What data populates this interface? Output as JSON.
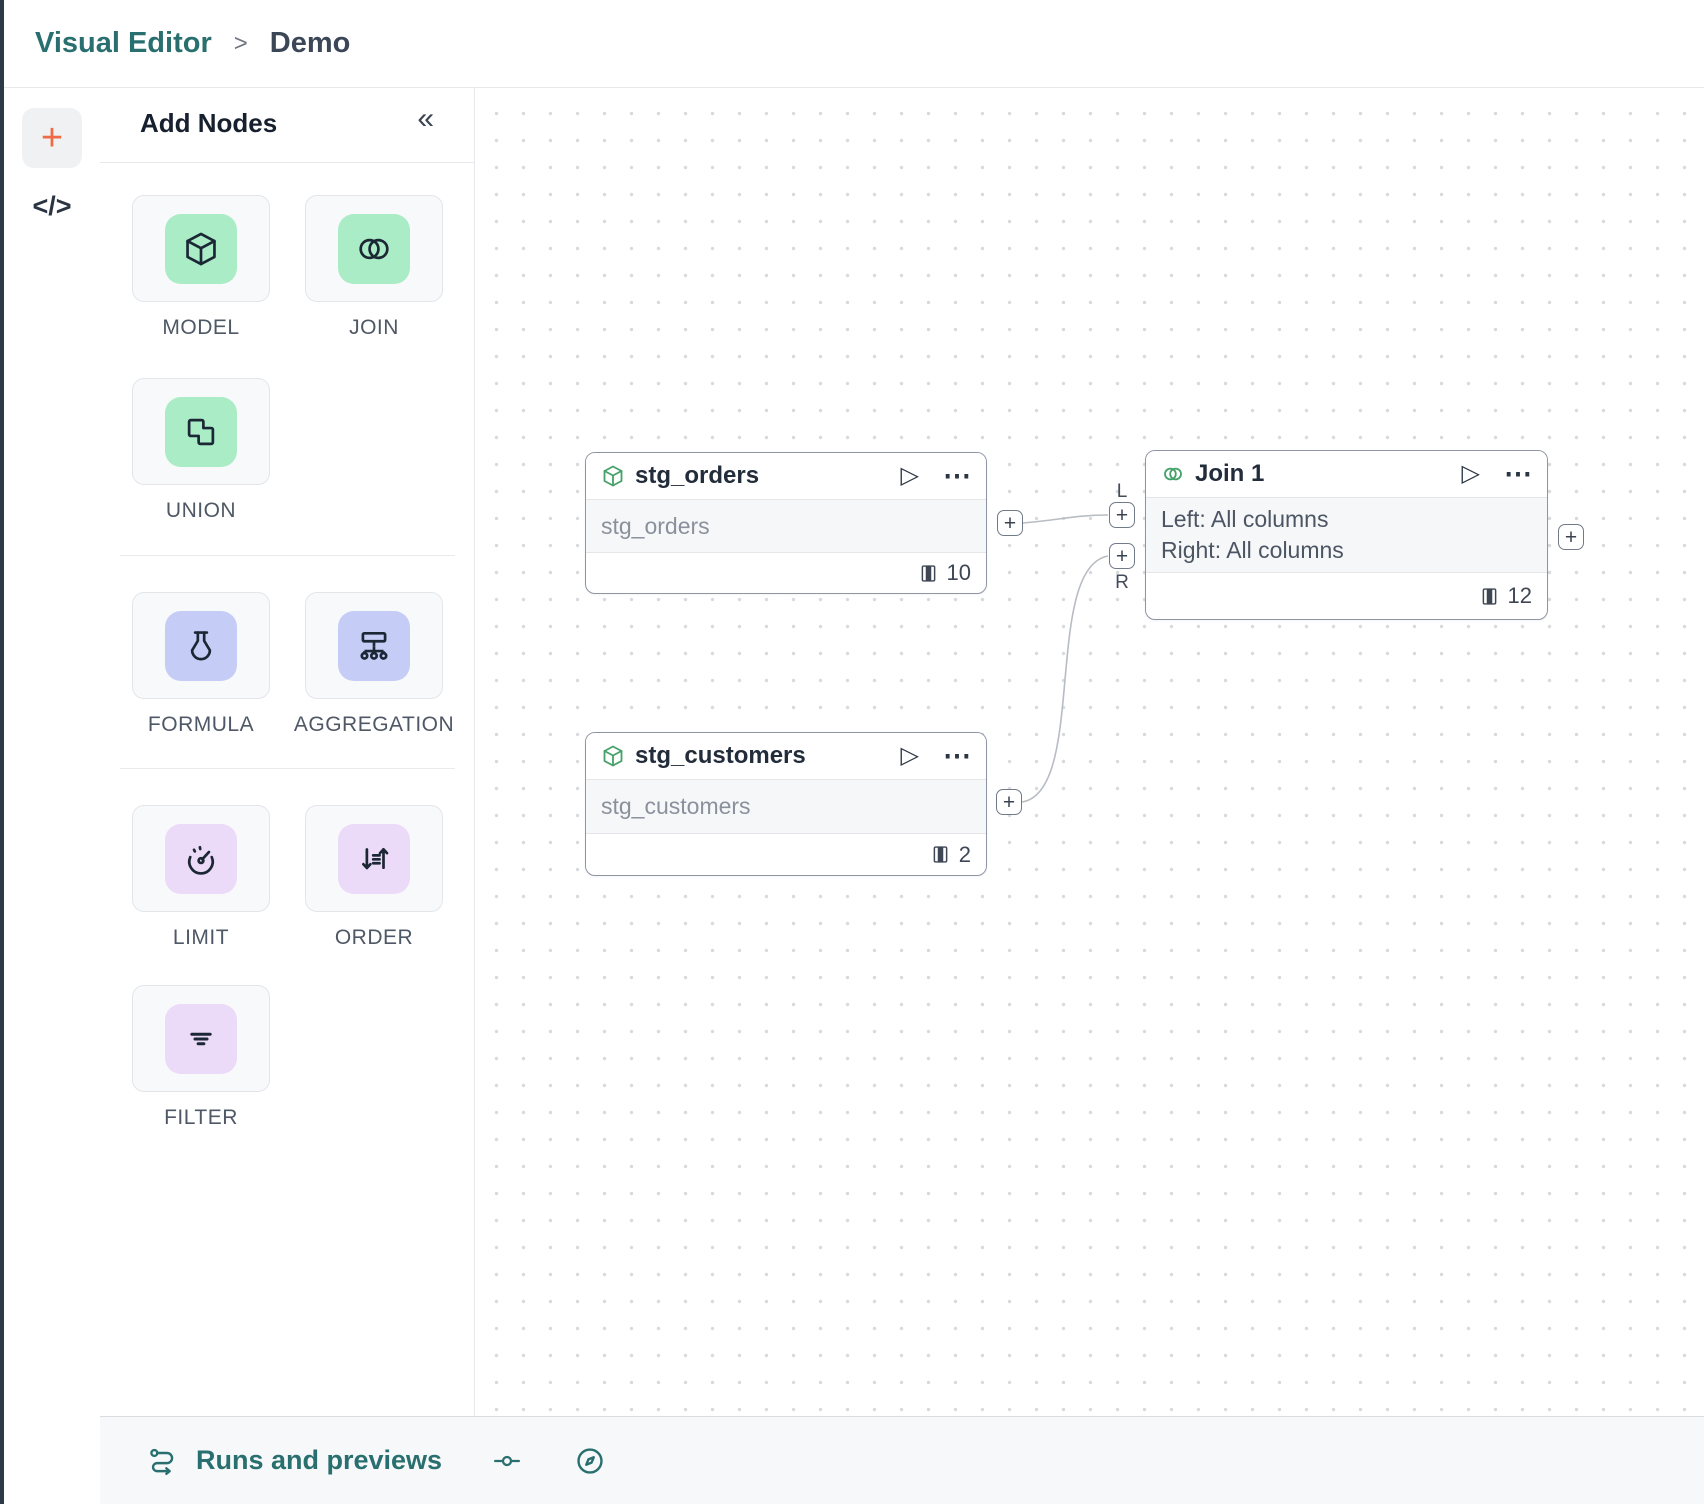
{
  "breadcrumb": {
    "root": "Visual Editor",
    "separator": ">",
    "current": "Demo"
  },
  "rail": {
    "add": "+",
    "code": "</>"
  },
  "panel": {
    "title": "Add Nodes",
    "collapse": "«",
    "items": [
      {
        "label": "MODEL",
        "icon": "cube-icon",
        "tint": "green"
      },
      {
        "label": "JOIN",
        "icon": "join-circles-icon",
        "tint": "green"
      },
      {
        "label": "UNION",
        "icon": "union-shapes-icon",
        "tint": "green"
      },
      {
        "label": "FORMULA",
        "icon": "flask-icon",
        "tint": "periwinkle"
      },
      {
        "label": "AGGREGATION",
        "icon": "org-chart-icon",
        "tint": "periwinkle"
      },
      {
        "label": "LIMIT",
        "icon": "gauge-icon",
        "tint": "purple"
      },
      {
        "label": "ORDER",
        "icon": "sort-arrows-icon",
        "tint": "purple"
      },
      {
        "label": "FILTER",
        "icon": "filter-lines-icon",
        "tint": "purple"
      }
    ]
  },
  "canvas": {
    "nodes": [
      {
        "title": "stg_orders",
        "type": "model",
        "subtitle": "stg_orders",
        "column_count": "10"
      },
      {
        "title": "stg_customers",
        "type": "model",
        "subtitle": "stg_customers",
        "column_count": "2"
      },
      {
        "title": "Join 1",
        "type": "join",
        "line1": "Left: All columns",
        "line2": "Right: All columns",
        "column_count": "12"
      }
    ],
    "icons": {
      "play": "▷",
      "more": "⋯"
    },
    "ports": {
      "plus": "+",
      "left": "L",
      "right": "R"
    }
  },
  "footer": {
    "runs": "Runs and previews"
  },
  "colors": {
    "brand_teal": "#2a6f6f",
    "accent_orange": "#f06b45",
    "tile_green": "#a9ecc6",
    "tile_periwinkle": "#c5cdf7",
    "tile_purple": "#ebdaf8",
    "node_border": "#8e96a3",
    "edge_gray": "#b8bcc3"
  }
}
